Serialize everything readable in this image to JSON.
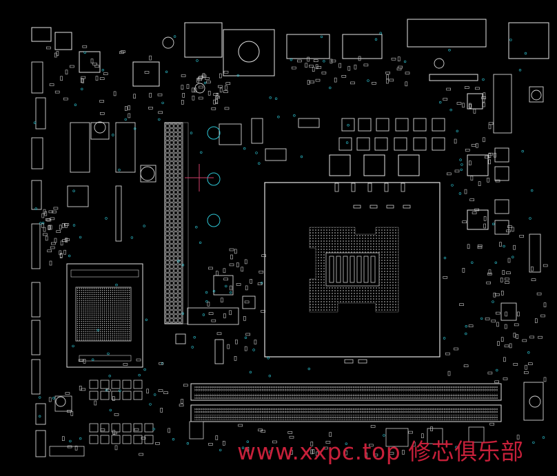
{
  "viewer": {
    "background": "#000000",
    "outline_color": "#e6e6e6",
    "pad_color": "#d0d0d0",
    "via_color": "#2ec7d6",
    "crosshair_color": "#d0406a",
    "watermark_color": "#d8233f"
  },
  "watermark": {
    "text": "www.xxpc.top 修芯俱乐部"
  },
  "parts": {
    "cpu_socket": {
      "type": "LGA CPU socket",
      "icon": "cpu-socket-outline"
    },
    "chipset": {
      "type": "BGA chipset",
      "icon": "bga-grid"
    },
    "dimm_slots": {
      "count": 2,
      "icon": "dimm-slot-outline"
    },
    "pcie_header": {
      "icon": "vertical-pin-header"
    },
    "io_connectors": {
      "count": 6,
      "icon": "connector-outline"
    },
    "mosfets": {
      "count": 12,
      "icon": "square-pad"
    },
    "chokes": {
      "count": 4,
      "icon": "large-square-pad"
    }
  }
}
